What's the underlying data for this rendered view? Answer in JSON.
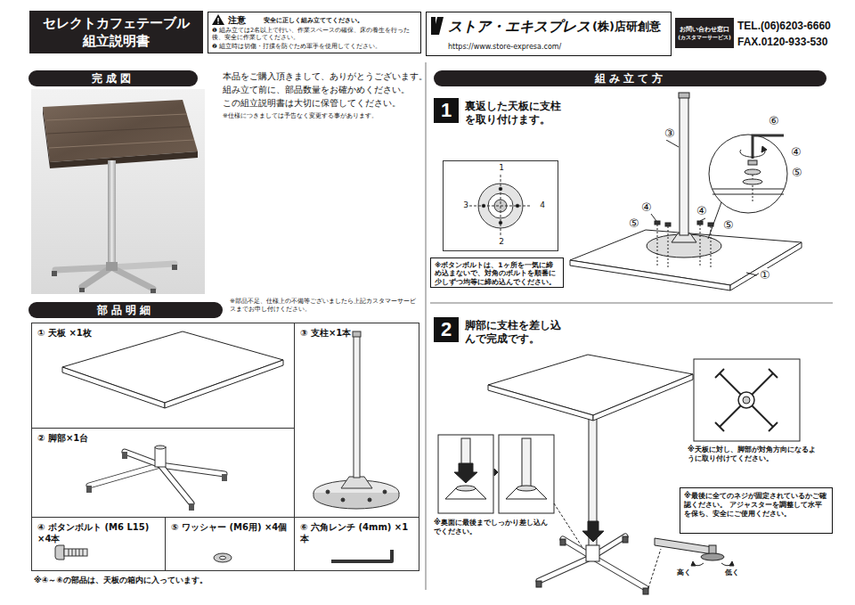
{
  "diagram": {
    "title": "セレクトカフェテーブル 組立説明書",
    "nodes": [
      {
        "text": [
          "注意",
          "安全に正しく組み立ててください。",
          "❶ 組み立ては2名以上で行い、作業スペースの確保、床の養生を行った後、安全に作業してください。",
          "❷ 組立時は切傷・打撲を防ぐため軍手を使用してください。"
        ]
      },
      {
        "text": [
          "ストア・エキスプレス",
          "(株)店研創意",
          "https://www.store-expresa.com/"
        ]
      },
      {
        "text": [
          "お問い合わせ窓口",
          "(カスタマーサービス)"
        ]
      },
      {
        "text": [
          "完成図"
        ]
      },
      {
        "text": [
          "部品明細"
        ]
      },
      {
        "text": [
          "① 天板 ×1枚"
        ]
      },
      {
        "text": [
          "③ 支柱×1本"
        ]
      },
      {
        "text": [
          "② 脚部×1台"
        ]
      },
      {
        "text": [
          "④ ボタンボルト (M6 L15) ×4本"
        ]
      },
      {
        "text": [
          "⑤ ワッシャー (M6用) ×4個"
        ]
      },
      {
        "text": [
          "⑥ 六角レンチ (4mm) ×1本"
        ]
      },
      {
        "text": [
          "組み立て方"
        ]
      },
      {
        "text": [
          "1"
        ]
      },
      {
        "text": [
          "1",
          "3",
          "4",
          "2"
        ]
      },
      {
        "text": [
          "※ボタンボルトは、1ヶ所を一気に締め込まないで、対角のボルトを順番に少しずつ均等に締め込んでください。"
        ]
      },
      {
        "text": [
          "2"
        ]
      },
      {
        "text": [
          "※最後に全てのネジが固定されているかご確認ください。 アジャスターを調整して水平を保ち、安全にご使用ください。"
        ]
      }
    ],
    "labels": [
      "TEL.(06)6203-6660",
      "FAX.0120-933-530",
      "本品をご購入頂きまして、ありがとうございます。",
      "組み立て前に、部品数量をお確かめください。",
      "この組立説明書は大切に保管してください。",
      "※仕様につきましては予告なく変更する事があります。",
      "※部品不足、仕様上の不備等ございましたら上記カスタマーサービスまでお申し付けください。",
      "※④～⑥の部品は、天板の箱内に入っています。",
      "裏返した天板に支柱を取り付けます。",
      "③",
      "⑥",
      "④",
      "⑤",
      "④",
      "⑤",
      "④",
      "⑤",
      "①",
      "脚部に支柱を差し込んで完成です。",
      "※天板に対し、脚部が対角方向になるように取り付けてください。",
      "※奥面に最後までしっかり差し込んでください。",
      "高く",
      "低く"
    ]
  }
}
